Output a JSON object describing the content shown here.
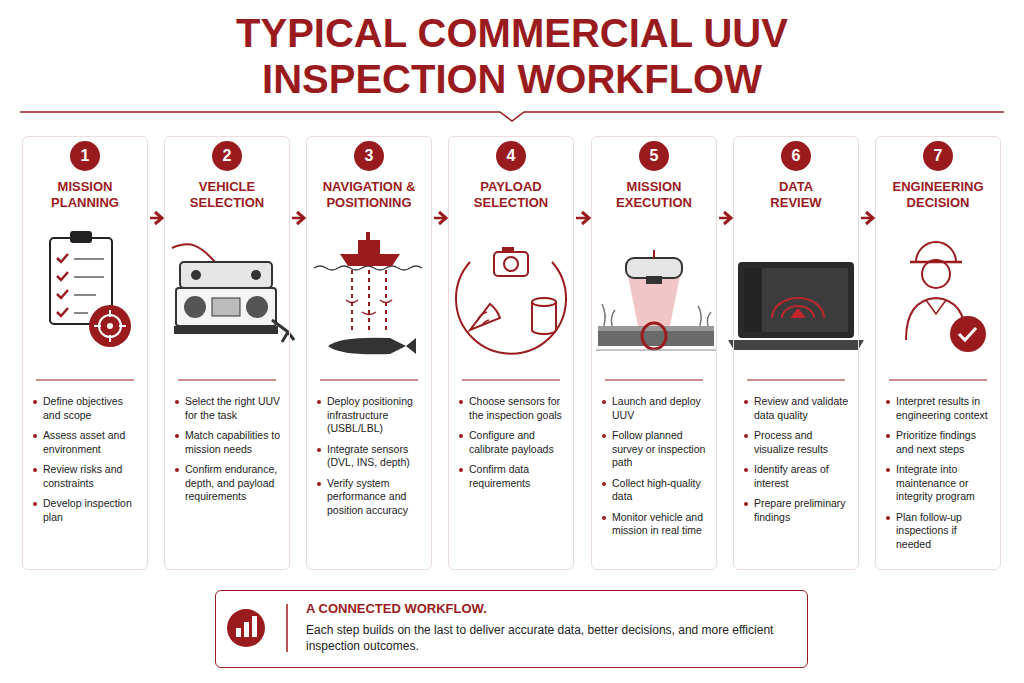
{
  "diagram": {
    "title": "TYPICAL COMMERCIAL UUV INSPECTION WORKFLOW",
    "nodes": [
      {
        "text": [
          "MISSION PLANNING",
          "Define objectives and scope",
          "Assess asset and environment",
          "Review risks and constraints",
          "Develop inspection plan"
        ]
      },
      {
        "text": [
          "1"
        ],
        "in": 0
      },
      {
        "text": [
          "VEHICLE SELECTION",
          "Select the right UUV for the task",
          "Match capabilities to mission needs",
          "Confirm endurance, depth, and payload requirements"
        ]
      },
      {
        "text": [
          "2"
        ],
        "in": 2
      },
      {
        "text": [
          "NAVIGATION & POSITIONING",
          "Deploy positioning infrastructure (USBL/LBL)",
          "Integrate sensors (DVL, INS, depth)",
          "Verify system performance and position accuracy"
        ]
      },
      {
        "text": [
          "3"
        ],
        "in": 4
      },
      {
        "text": [
          "PAYLOAD SELECTION",
          "Choose sensors for the inspection goals",
          "Configure and calibrate payloads",
          "Confirm data requirements"
        ]
      },
      {
        "text": [
          "4"
        ],
        "in": 6
      },
      {
        "text": [
          "MISSION EXECUTION",
          "Launch and deploy UUV",
          "Follow planned survey or inspection path",
          "Collect high-quality data",
          "Monitor vehicle and mission in real time"
        ]
      },
      {
        "text": [
          "5"
        ],
        "in": 8
      },
      {
        "text": [
          "DATA REVIEW",
          "Review and validate data quality",
          "Process and visualize results",
          "Identify areas of interest",
          "Prepare preliminary findings"
        ]
      },
      {
        "text": [
          "6"
        ],
        "in": 10
      },
      {
        "text": [
          "ENGINEERING DECISION",
          "Interpret results in engineering context",
          "Prioritize findings and next steps",
          "Integrate into maintenance or integrity program",
          "Plan follow-up inspections if needed"
        ]
      },
      {
        "text": [
          "7"
        ],
        "in": 12
      },
      {
        "text": [
          "A CONNECTED WORKFLOW.",
          "Each step builds on the last to deliver accurate data, better decisions, and more efficient inspection outcomes."
        ]
      }
    ],
    "edges": [
      {
        "from": 0,
        "to": 2,
        "arrow": "to"
      },
      {
        "from": 2,
        "to": 4,
        "arrow": "to"
      },
      {
        "from": 4,
        "to": 6,
        "arrow": "to"
      },
      {
        "from": 6,
        "to": 8,
        "arrow": "to"
      },
      {
        "from": 8,
        "to": 10,
        "arrow": "to"
      },
      {
        "from": 10,
        "to": 12,
        "arrow": "to"
      }
    ]
  }
}
